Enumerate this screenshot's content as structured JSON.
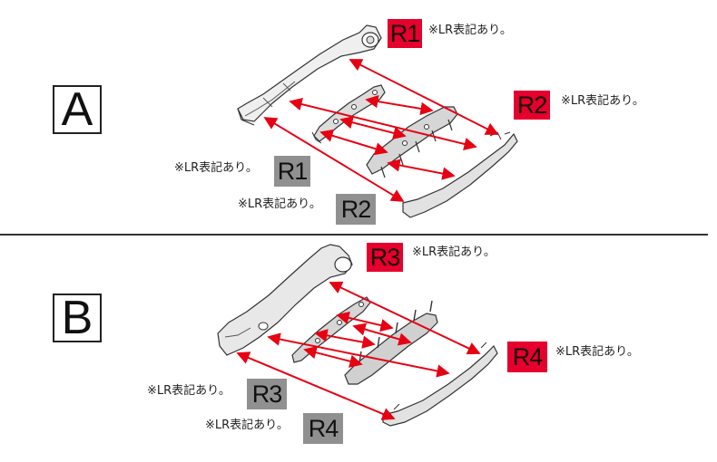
{
  "steps": [
    {
      "letter": "A"
    },
    {
      "letter": "B"
    }
  ],
  "labels": {
    "r1": "R1",
    "r2": "R2",
    "r3": "R3",
    "r4": "R4"
  },
  "note": "※LR表記あり。",
  "colors": {
    "red_tag": "#e5002d",
    "grey_tag": "#909090",
    "arrow": "#e60012"
  }
}
